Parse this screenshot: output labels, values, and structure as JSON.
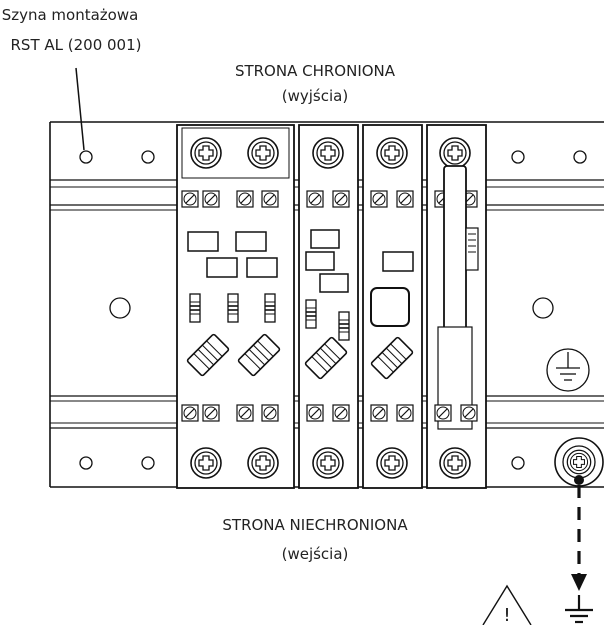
{
  "labels": {
    "rail_line1": "Szyna montażowa",
    "rail_line2": "RST AL (200 001)",
    "protected_line1": "STRONA CHRONIONA",
    "protected_line2": "(wyjścia)",
    "unprotected_line1": "STRONA NIECHRONIONA",
    "unprotected_line2": "(wejścia)",
    "warning_mark": "!"
  },
  "icons": [
    "warning-triangle-icon",
    "ground-icon",
    "protective-earth-icon",
    "screw-terminal-icon"
  ],
  "colors": {
    "line": "#111111",
    "text": "#222222",
    "background": "#ffffff"
  }
}
